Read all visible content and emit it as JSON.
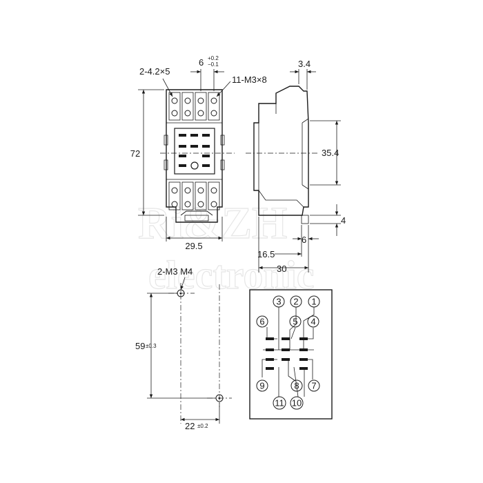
{
  "watermark": {
    "line1": "Ri&ZH",
    "line2": "electronic"
  },
  "top_view": {
    "dim_mount_holes": "2-4.2×5",
    "dim_pitch_main": "6",
    "dim_pitch_tol_plus": "+0.2",
    "dim_pitch_tol_minus": "−0.1",
    "dim_terminals": "11-M3×8",
    "dim_height": "72",
    "dim_width": "29.5"
  },
  "side_view": {
    "dim_top_thickness": "3.4",
    "dim_rail_height": "35.4",
    "dim_foot_height": "4",
    "dim_foot_width": "6",
    "dim_rail_offset": "16.5",
    "dim_depth": "30"
  },
  "mount_view": {
    "dim_holes": "2-M3 M4",
    "dim_vertical": "59",
    "dim_vertical_tol": "±0.3",
    "dim_horizontal": "22",
    "dim_horizontal_tol": "±0.2"
  },
  "pinout": {
    "pins": [
      "3",
      "2",
      "1",
      "6",
      "5",
      "4",
      "9",
      "8",
      "7",
      "11",
      "10"
    ]
  }
}
